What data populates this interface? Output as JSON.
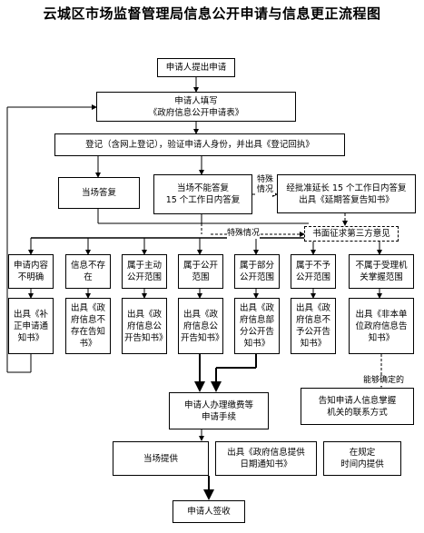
{
  "title": "云城区市场监督管理局信息公开申请与信息更正流程图",
  "nodes": {
    "apply": "申请人提出申请",
    "fill_form_l1": "申请人填写",
    "fill_form_l2": "《政府信息公开申请表》",
    "register": "登记（含网上登记），验证申请人身份，并出具《登记回执》",
    "answer_now": "当场答复",
    "cannot_answer_l1": "当场不能答复",
    "cannot_answer_l2": "15 个工作日内答复",
    "extend_l1": "经批准延长 15 个工作日内答复",
    "extend_l2": "出具《延期答复告知书》",
    "third_party": "书面征求第三方意见",
    "cat1": "申请内容不明确",
    "cat2": "信息不存在",
    "cat3": "属于主动公开范围",
    "cat4": "属于公开范围",
    "cat5": "属于部分公开范围",
    "cat6": "属于不予公开范围",
    "cat7": "不属于受理机关掌握范围",
    "doc1": "出具《补正申请通知书》",
    "doc2": "出具《政府信息不存在告知书》",
    "doc3": "出具《政府信息公开告知书》",
    "doc4": "出具《政府信息公开告知书》",
    "doc5": "出具《政府信息部分公开告知书》",
    "doc6": "出具《政府信息不予公开告知书》",
    "doc7": "出具《非本单位政府信息告知书》",
    "fee_l1": "申请人办理缴费等",
    "fee_l2": "申请手续",
    "inform_contact_l1": "告知申请人信息掌握",
    "inform_contact_l2": "机关的联系方式",
    "provide_now": "当场提供",
    "provide_date_l1": "出具《政府信息提供",
    "provide_date_l2": "日期通知书》",
    "provide_in_time_l1": "在规定",
    "provide_in_time_l2": "时间内提供",
    "sign": "申请人签收"
  },
  "labels": {
    "special_l1": "特殊",
    "special_l2": "情况",
    "special_case": "特殊情况",
    "can_determine": "能够确定的"
  }
}
